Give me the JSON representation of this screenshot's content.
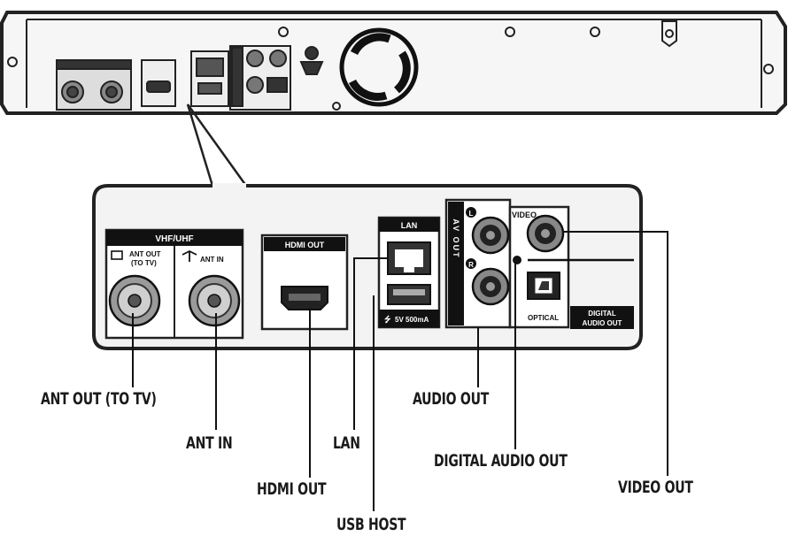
{
  "panel": {
    "vhf_uhf": "VHF/UHF",
    "ant_out": "ANT OUT",
    "to_tv": "(TO TV)",
    "ant_in": "ANT IN",
    "hdmi_out": "HDMI OUT",
    "lan": "LAN",
    "usb_power": "5V 500mA",
    "av_out": "AV OUT",
    "ch_l": "L",
    "ch_r": "R",
    "video": "VIDEO",
    "optical": "OPTICAL",
    "digital": "DIGITAL",
    "audio_out_small": "AUDIO OUT"
  },
  "callouts": {
    "ant_out_to_tv": "ANT OUT (TO TV)",
    "ant_in": "ANT IN",
    "lan": "LAN",
    "hdmi_out": "HDMI OUT",
    "usb_host": "USB HOST",
    "audio_out": "AUDIO OUT",
    "digital_audio_out": "DIGITAL AUDIO OUT",
    "video_out": "VIDEO OUT"
  }
}
